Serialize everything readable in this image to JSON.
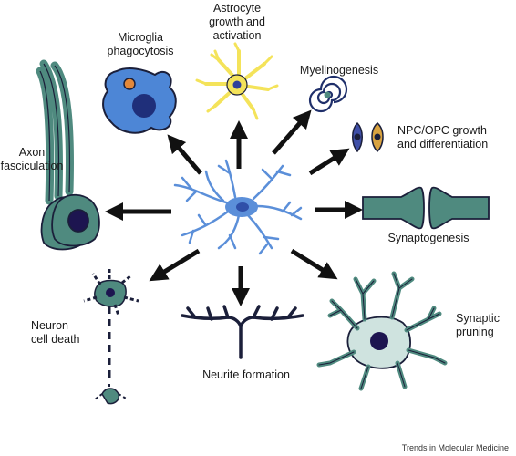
{
  "labels": {
    "microglia": "Microglia\nphagocytosis",
    "astrocyte": "Astrocyte\ngrowth and\nactivation",
    "myelinogenesis": "Myelinogenesis",
    "npc_opc": "NPC/OPC growth\nand differentiation",
    "axon": "Axon\nfasciculation",
    "synaptogenesis": "Synaptogenesis",
    "neuron_death": "Neuron\ncell death",
    "neurite": "Neurite formation",
    "synaptic_pruning": "Synaptic\npruning"
  },
  "credit": "Trends in Molecular Medicine",
  "colors": {
    "center_cell": "#5b8fd9",
    "center_nucleus": "#2f4fa8",
    "microglia": "#4d86d6",
    "microglia_nucleus": "#1f2f7a",
    "microglia_vesicle": "#e2883a",
    "astrocyte": "#f4e35a",
    "astrocyte_nucleus": "#2f3f9a",
    "neuron_teal": "#4f8a7f",
    "neuron_light": "#cfe3df",
    "nucleus_dark": "#1d1550",
    "npc_blue": "#3f4fa8",
    "opc_orange": "#d9a340",
    "arrow": "#111111",
    "outline": "#1b1f3a"
  },
  "icons": [
    "center-astrocyte",
    "microglia",
    "astrocyte",
    "myelin-spiral",
    "npc-cell",
    "opc-cell",
    "axon-bundle",
    "synapse",
    "dying-neuron",
    "neurite-neuron",
    "pruning-neuron"
  ]
}
